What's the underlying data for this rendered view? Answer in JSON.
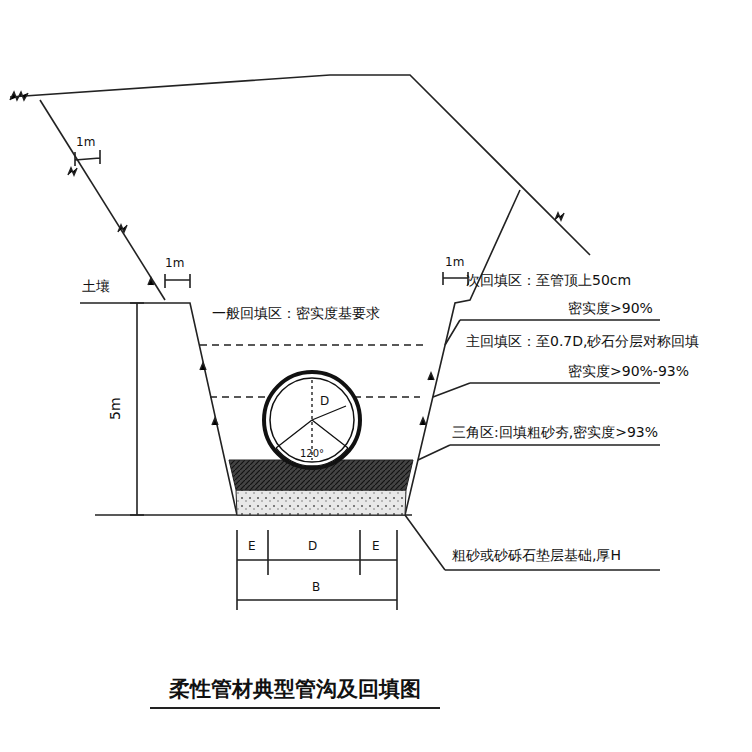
{
  "diagram": {
    "caption": "柔性管材典型管沟及回填图",
    "labels": [
      "1m",
      "1m",
      "1m",
      "土壤",
      "5m",
      "一般回填区：密实度基要求",
      "次回填区：至管顶上50cm",
      "密实度>90%",
      "主回填区：至0.7D,砂石分层对称回填",
      "密实度>90%-93%",
      "三角区:回填粗砂夯,密实度>93%",
      "D",
      "120°",
      "E",
      "D",
      "E",
      "B",
      "粗砂或砂砾石垫层基础,厚H"
    ]
  }
}
